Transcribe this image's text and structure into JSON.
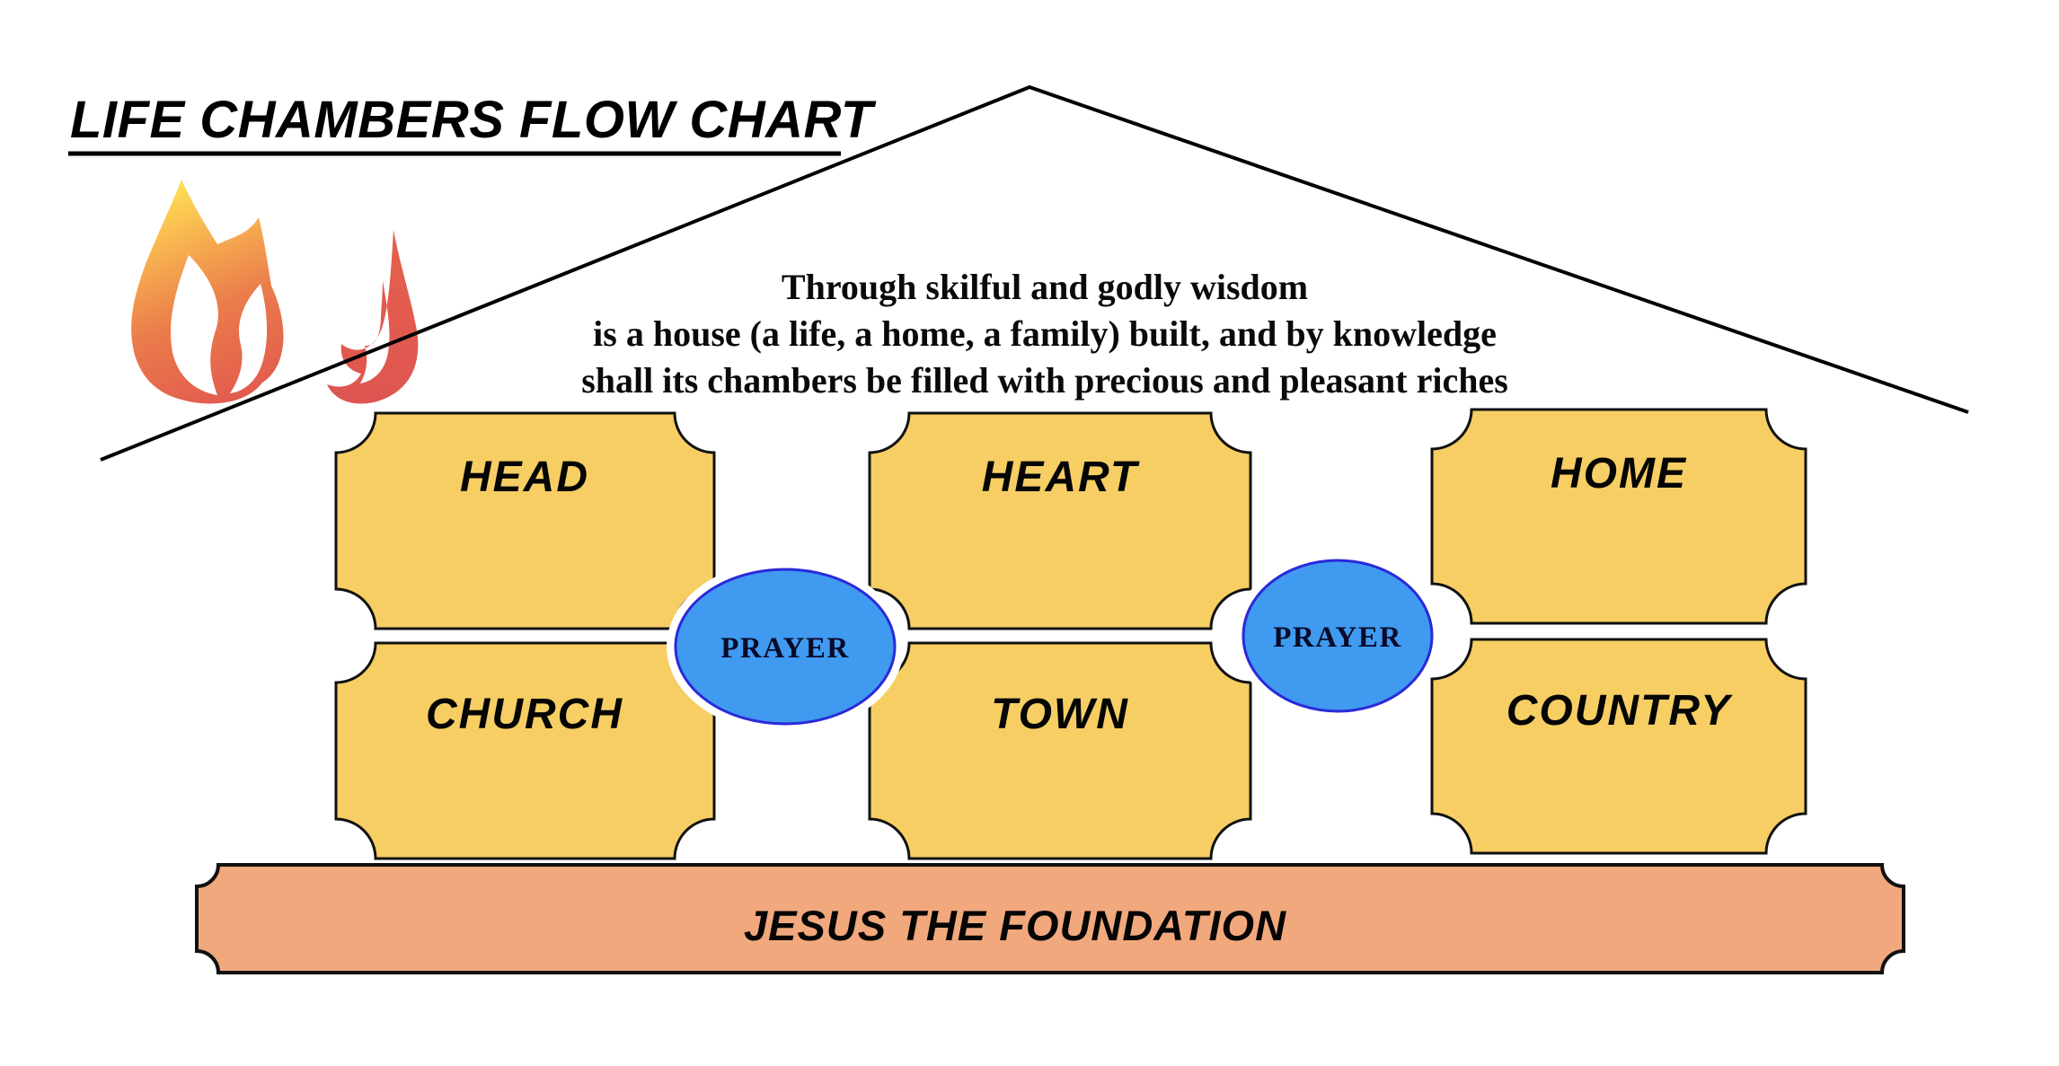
{
  "title": "LIFE CHAMBERS FLOW CHART",
  "quote": {
    "line1": "Through skilful and godly wisdom",
    "line2": "is a house (a life, a home, a family) built, and by knowledge",
    "line3": "shall its chambers be filled with precious and pleasant riches"
  },
  "chambers": {
    "top_row": [
      {
        "label": "HEAD"
      },
      {
        "label": "HEART"
      },
      {
        "label": "HOME"
      }
    ],
    "bottom_row": [
      {
        "label": "CHURCH"
      },
      {
        "label": "TOWN"
      },
      {
        "label": "COUNTRY"
      }
    ]
  },
  "connectors": {
    "left_oval": "PRAYER",
    "right_oval": "PRAYER"
  },
  "foundation": "JESUS THE FOUNDATION",
  "icons": {
    "flame": "flame-icon"
  },
  "colors": {
    "background": "#FFFFFF",
    "chamber_fill": "#F6CE64",
    "chamber_border": "#111111",
    "oval_fill": "#3F9AF0",
    "oval_border": "#2A2AD8",
    "oval_halo": "#FFFFFF",
    "foundation_fill": "#F1A87C",
    "line": "#000000",
    "text": "#050505",
    "flame_top": "#FFE955",
    "flame_mid": "#F8B350",
    "flame_low": "#EA7B4B",
    "flame_base": "#E25A4E",
    "flame_right_top": "#E4614B",
    "flame_right_base": "#DE5552"
  }
}
